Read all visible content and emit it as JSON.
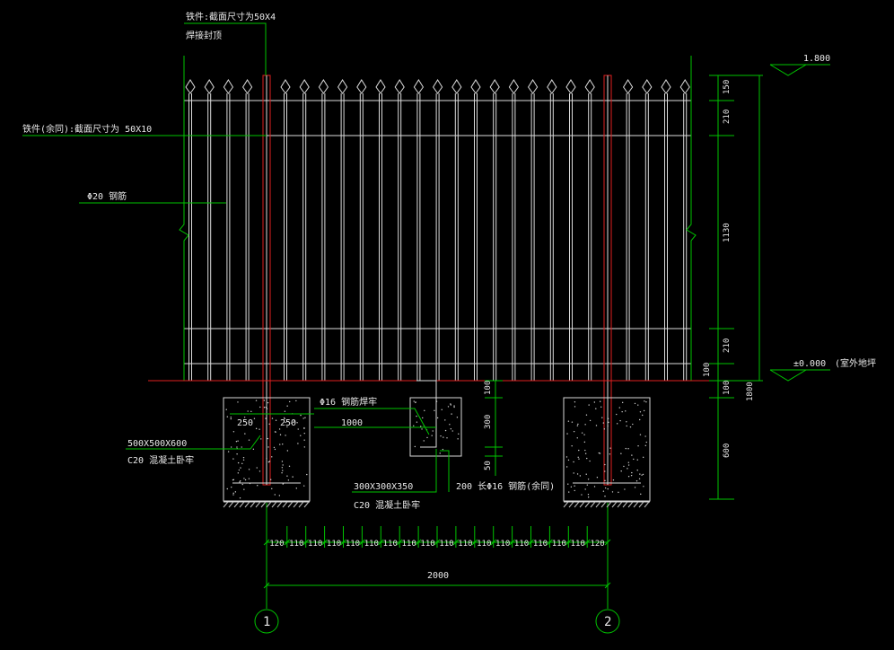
{
  "labels": {
    "top_iron_1": "铁件:截面尺寸为50X4",
    "top_iron_2": "焊接封顶",
    "iron_rest": "铁件(余同):截面尺寸为 50X10",
    "rebar_20": "Φ20 钢筋",
    "weld_16": "Φ16 钢筋焊牢",
    "footing_big_size": "500X500X600",
    "footing_big_mat": "C20 混凝土卧牢",
    "footing_small_size": "300X300X350",
    "footing_small_mat": "C20 混凝土卧牢",
    "rebar_200": "200 长Φ16 钢筋(余同)",
    "elev_top": "1.800",
    "elev_ground": "±0.000",
    "elev_ground_note": "(室外地坪",
    "dim_250a": "250",
    "dim_250b": "250",
    "dim_1000": "1000",
    "dim_2000": "2000",
    "axis_1": "1",
    "axis_2": "2"
  },
  "right_dims": [
    "150",
    "210",
    "1130",
    "210",
    "100",
    "100",
    "600"
  ],
  "small_footing_dims": [
    "100",
    "300",
    "50"
  ],
  "right_total": "1800",
  "bottom_dims": [
    "120",
    "110",
    "110",
    "110",
    "110",
    "110",
    "110",
    "110",
    "110",
    "110",
    "110",
    "110",
    "110",
    "110",
    "110",
    "110",
    "110",
    "120"
  ],
  "colors": {
    "green": "#00c400",
    "white": "#dcdcdc",
    "red": "#e02020"
  }
}
